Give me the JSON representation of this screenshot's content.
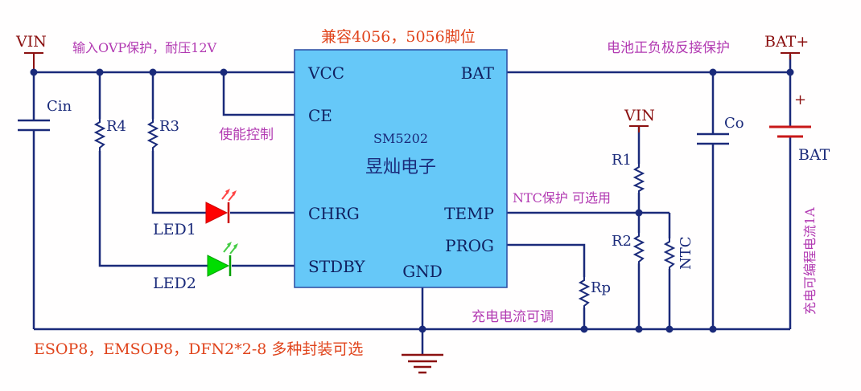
{
  "texts": {
    "vin_top": "VIN",
    "ovp_note": "输入OVP保护，耐压12V",
    "compat_note": "兼容4056，5056脚位",
    "reverse_note": "电池正负极反接保护",
    "bat_plus": "BAT+",
    "cin": "Cin",
    "r4": "R4",
    "r3": "R3",
    "enable_note": "使能控制",
    "vin_mid": "VIN",
    "r1": "R1",
    "co": "Co",
    "plus_sign": "+",
    "bat": "BAT",
    "ntc_note": "NTC保护 可选用",
    "r2": "R2",
    "ntc": "NTC",
    "rp": "Rp",
    "current_note": "充电电流可调",
    "led1": "LED1",
    "led2": "LED2",
    "programmable_note": "充电可编程电流1A",
    "package_note": "ESOP8，EMSOP8，DFN2*2-8 多种封装可选"
  },
  "chip": {
    "part_number": "SM5202",
    "vendor": "昱灿电子",
    "pins": {
      "vcc": "VCC",
      "ce": "CE",
      "chrg": "CHRG",
      "stdby": "STDBY",
      "bat": "BAT",
      "temp": "TEMP",
      "prog": "PROG",
      "gnd": "GND"
    }
  },
  "colors": {
    "wire": "#1a2a7a",
    "power_rail": "#8b1010",
    "chip_fill": "#66c8f8",
    "led1": "#ff0000",
    "led2": "#00dd00",
    "annotation": "#b23ab2",
    "package_text": "#e0441c",
    "header_text": "#e0441c"
  }
}
